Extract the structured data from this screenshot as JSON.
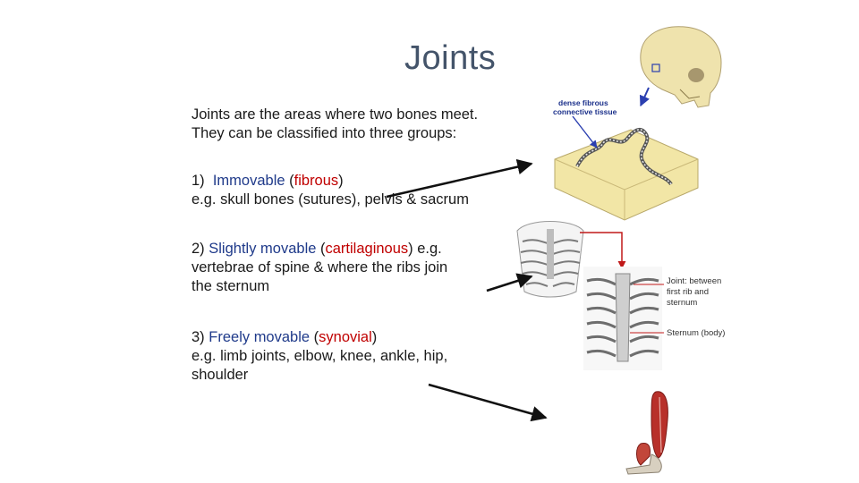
{
  "slide": {
    "title": "Joints",
    "intro_line1": "Joints are the areas where two bones meet.",
    "intro_line2": "They can be classified into three groups:",
    "items": [
      {
        "number": "1)",
        "name": "Immovable",
        "open": "(",
        "type": "fibrous",
        "close": ")",
        "example": "e.g. skull bones (sutures), pelvis & sacrum"
      },
      {
        "number": "2)",
        "name": "Slightly movable",
        "open": "(",
        "type": "cartilaginous",
        "close": ")",
        "example_part1": "e.g.",
        "example_line2": "vertebrae of spine & where the ribs join",
        "example_line3": "the sternum"
      },
      {
        "number": "3)",
        "name": "Freely movable",
        "open": "(",
        "type": "synovial",
        "close": ")",
        "example_line1": "e.g. limb joints, elbow, knee, ankle, hip,",
        "example_line2": "shoulder"
      }
    ]
  },
  "figures": {
    "fibrous_label_line1": "dense fibrous",
    "fibrous_label_line2": "connective tissue",
    "rib_label_line1": "Joint: between",
    "rib_label_line2": "first rib and",
    "rib_label_line3": "sternum",
    "sternum_label": "Sternum (body)"
  },
  "colors": {
    "title": "#44546a",
    "joint_name": "#1f3a8a",
    "joint_type": "#c00000"
  }
}
